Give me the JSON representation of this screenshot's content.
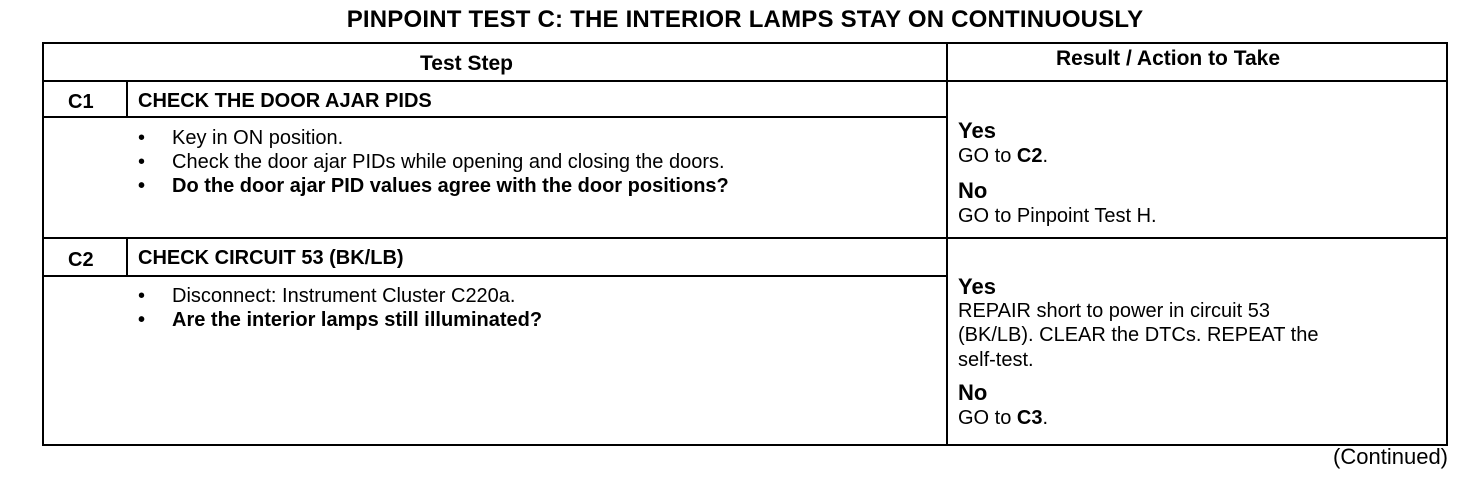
{
  "title": "PINPOINT TEST C: THE INTERIOR LAMPS STAY ON CONTINUOUSLY",
  "table": {
    "headers": {
      "test_step": "Test Step",
      "result": "Result / Action to Take"
    },
    "steps": [
      {
        "id": "C1",
        "title": "CHECK THE DOOR AJAR PIDS",
        "bullets": [
          {
            "text": "Key in ON position.",
            "bold": false
          },
          {
            "text": "Check the door ajar PIDs while opening and closing the doors.",
            "bold": false
          },
          {
            "text": "Do the door ajar PID values agree with the door positions?",
            "bold": true
          }
        ],
        "results": [
          {
            "label": "Yes",
            "action_lines": [
              {
                "prefix": "GO to ",
                "bold": "C2",
                "suffix": "."
              }
            ]
          },
          {
            "label": "No",
            "action_lines": [
              {
                "prefix": "GO to Pinpoint Test H.",
                "bold": "",
                "suffix": ""
              }
            ]
          }
        ]
      },
      {
        "id": "C2",
        "title": "CHECK CIRCUIT 53 (BK/LB)",
        "bullets": [
          {
            "text": "Disconnect: Instrument Cluster C220a.",
            "bold": false
          },
          {
            "text": "Are the interior lamps still illuminated?",
            "bold": true
          }
        ],
        "results": [
          {
            "label": "Yes",
            "action_lines": [
              {
                "prefix": "REPAIR short to power in circuit 53",
                "bold": "",
                "suffix": ""
              },
              {
                "prefix": "(BK/LB). CLEAR the DTCs. REPEAT the",
                "bold": "",
                "suffix": ""
              },
              {
                "prefix": "self-test.",
                "bold": "",
                "suffix": ""
              }
            ]
          },
          {
            "label": "No",
            "action_lines": [
              {
                "prefix": "GO to ",
                "bold": "C3",
                "suffix": "."
              }
            ]
          }
        ]
      }
    ]
  },
  "bullet_glyph": "•",
  "footer": "(Continued)"
}
